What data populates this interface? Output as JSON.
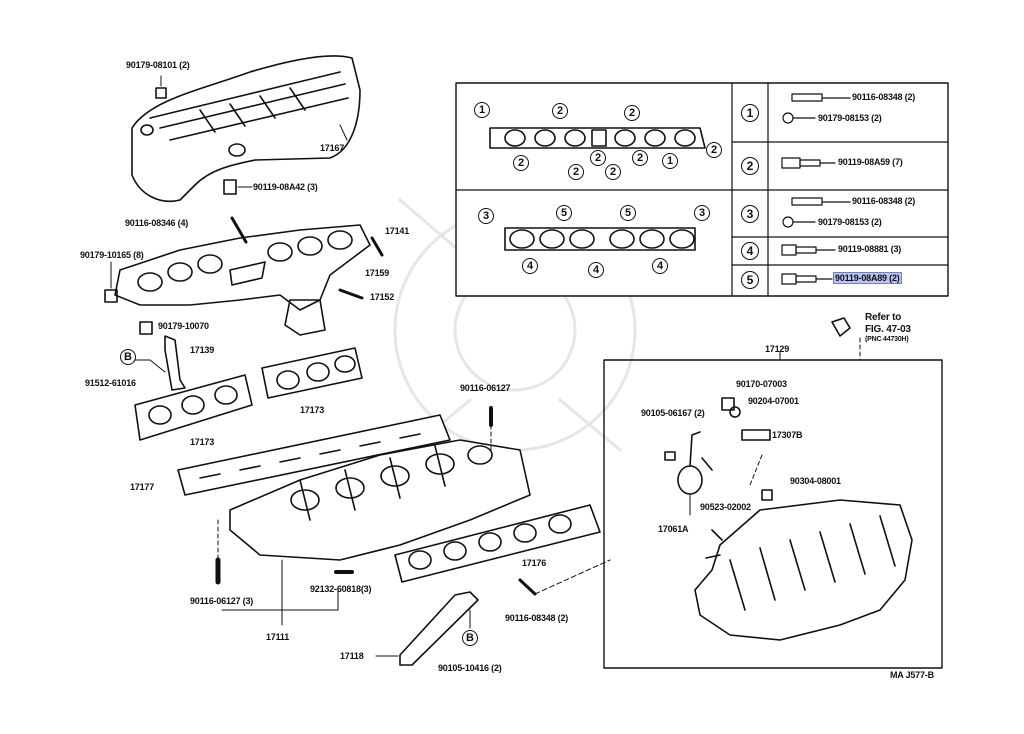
{
  "diagram": {
    "parts": {
      "p90179_08101": "90179-08101 (2)",
      "p17167": "17167",
      "p90119_08A42": "90119-08A42 (3)",
      "p90116_08346": "90116-08346 (4)",
      "p17141": "17141",
      "p90179_10165": "90179-10165 (8)",
      "p17159": "17159",
      "p17152": "17152",
      "p90179_10070": "90179-10070",
      "p17139": "17139",
      "p91512_61016": "91512-61016",
      "p17173a": "17173",
      "p17173b": "17173",
      "p90116_06127_top": "90116-06127",
      "p17177": "17177",
      "p17176": "17176",
      "p90116_06127_bot": "90116-06127 (3)",
      "p92132_60818": "92132-60818(3)",
      "p17111": "17111",
      "p17118": "17118",
      "p90105_10416": "90105-10416 (2)",
      "p90116_08348_bot": "90116-08348 (2)",
      "p17129": "17129",
      "p90170_07003": "90170-07003",
      "p90204_07001": "90204-07001",
      "p90105_06167": "90105-06167 (2)",
      "p17307B": "17307B",
      "p90304_08001": "90304-08001",
      "p90523_02002": "90523-02002",
      "p17061A": "17061A"
    },
    "refer": {
      "line1": "Refer to",
      "line2": "FIG. 47-03",
      "line3": "(PNC 44730H)"
    },
    "footer_code": "MA J577-B",
    "bolt_letter": "B",
    "inset_numbers": {
      "n1": "1",
      "n2": "2",
      "n3": "3",
      "n4": "4",
      "n5": "5"
    },
    "table": {
      "rows": [
        {
          "num": "1",
          "items": [
            "90116-08348 (2)",
            "90179-08153 (2)"
          ]
        },
        {
          "num": "2",
          "items": [
            "90119-08A59 (7)"
          ]
        },
        {
          "num": "3",
          "items": [
            "90116-08348 (2)",
            "90179-08153 (2)"
          ]
        },
        {
          "num": "4",
          "items": [
            "90119-08881 (3)"
          ]
        },
        {
          "num": "5",
          "items": [
            "90119-08A89 (2)"
          ]
        }
      ]
    },
    "highlight_color": "#b9c4f0"
  }
}
